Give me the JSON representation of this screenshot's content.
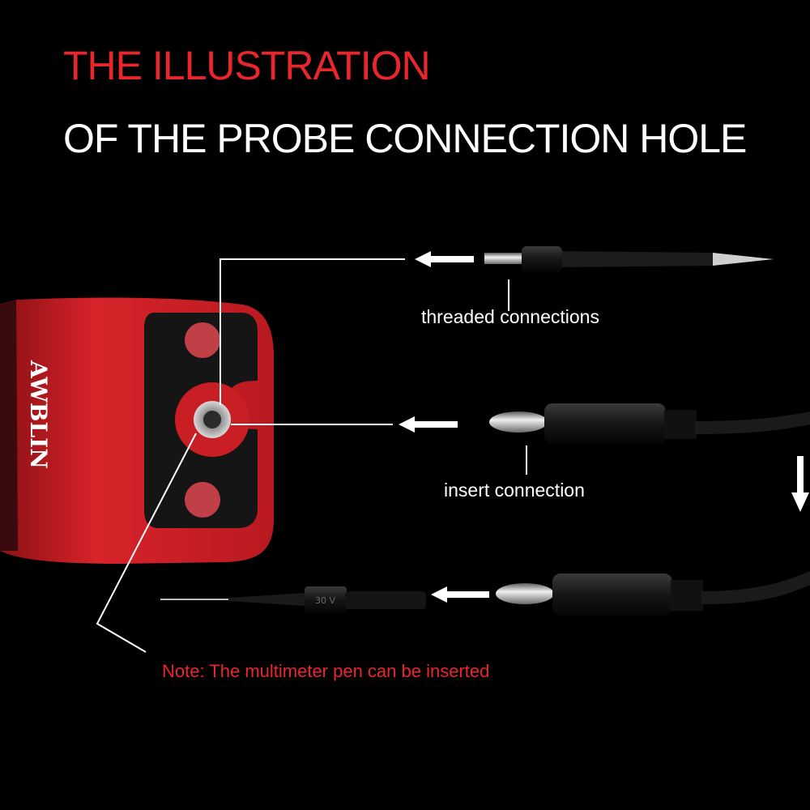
{
  "title": {
    "line1": "THE ILLUSTRATION",
    "line2": "OF THE PROBE CONNECTION HOLE"
  },
  "labels": {
    "threaded": "threaded connections",
    "insert": "insert connection",
    "note": "Note: The multimeter pen can be inserted"
  },
  "device": {
    "brand": "AWBLIN"
  },
  "pen": {
    "marking": "30 V"
  },
  "colors": {
    "accent_red": "#e8262c",
    "background": "#000000",
    "text": "#ffffff"
  },
  "icons": [
    "arrow-left-icon",
    "arrow-down-icon"
  ]
}
